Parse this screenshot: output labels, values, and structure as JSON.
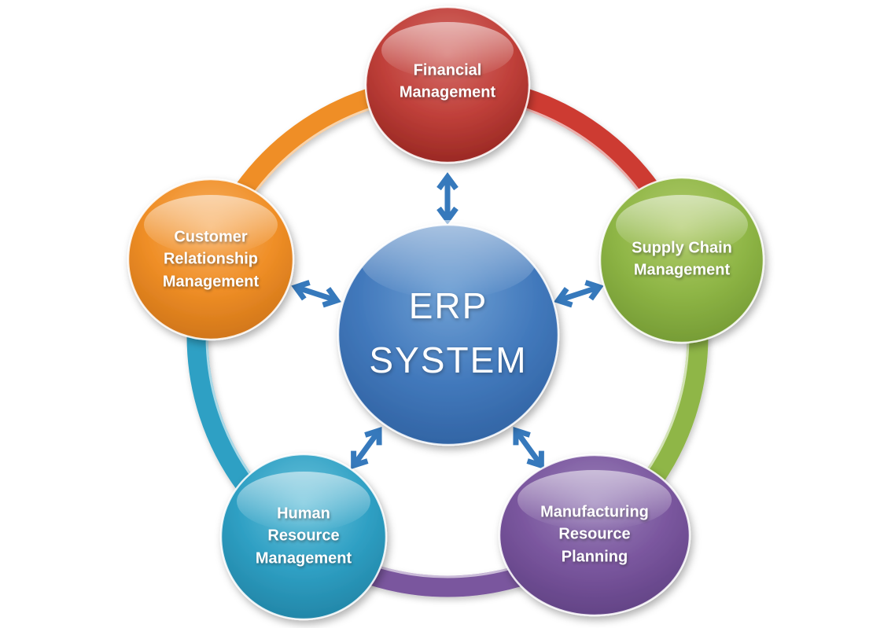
{
  "center_node": {
    "id": "erp-system",
    "label": "ERP\nSYSTEM",
    "color": "#4279BC"
  },
  "nodes": [
    {
      "id": "financial-management",
      "label": "Financial\nManagement",
      "color": "#C0403A",
      "position": "top"
    },
    {
      "id": "supply-chain-management",
      "label": "Supply Chain\nManagement",
      "color": "#8FB646",
      "position": "right"
    },
    {
      "id": "manufacturing-resource-planning",
      "label": "Manufacturing\nResource\nPlanning",
      "color": "#7A569E",
      "position": "bottom-right"
    },
    {
      "id": "human-resource-management",
      "label": "Human\nResource\nManagement",
      "color": "#2FA0C4",
      "position": "bottom-left"
    },
    {
      "id": "customer-relationship-management",
      "label": "Customer\nRelationship\nManagement",
      "color": "#EF8E26",
      "position": "left"
    }
  ],
  "ring": {
    "segments": [
      {
        "from": "financial-management",
        "to": "supply-chain-management",
        "color": "#CD3A32"
      },
      {
        "from": "supply-chain-management",
        "to": "manufacturing-resource-planning",
        "color": "#8FB646"
      },
      {
        "from": "manufacturing-resource-planning",
        "to": "human-resource-management",
        "color": "#7A569E"
      },
      {
        "from": "human-resource-management",
        "to": "customer-relationship-management",
        "color": "#2FA0C4"
      },
      {
        "from": "customer-relationship-management",
        "to": "financial-management",
        "color": "#EF8E26"
      }
    ]
  },
  "connectors": {
    "style": "double-headed-arrow",
    "color": "#3679BC"
  }
}
